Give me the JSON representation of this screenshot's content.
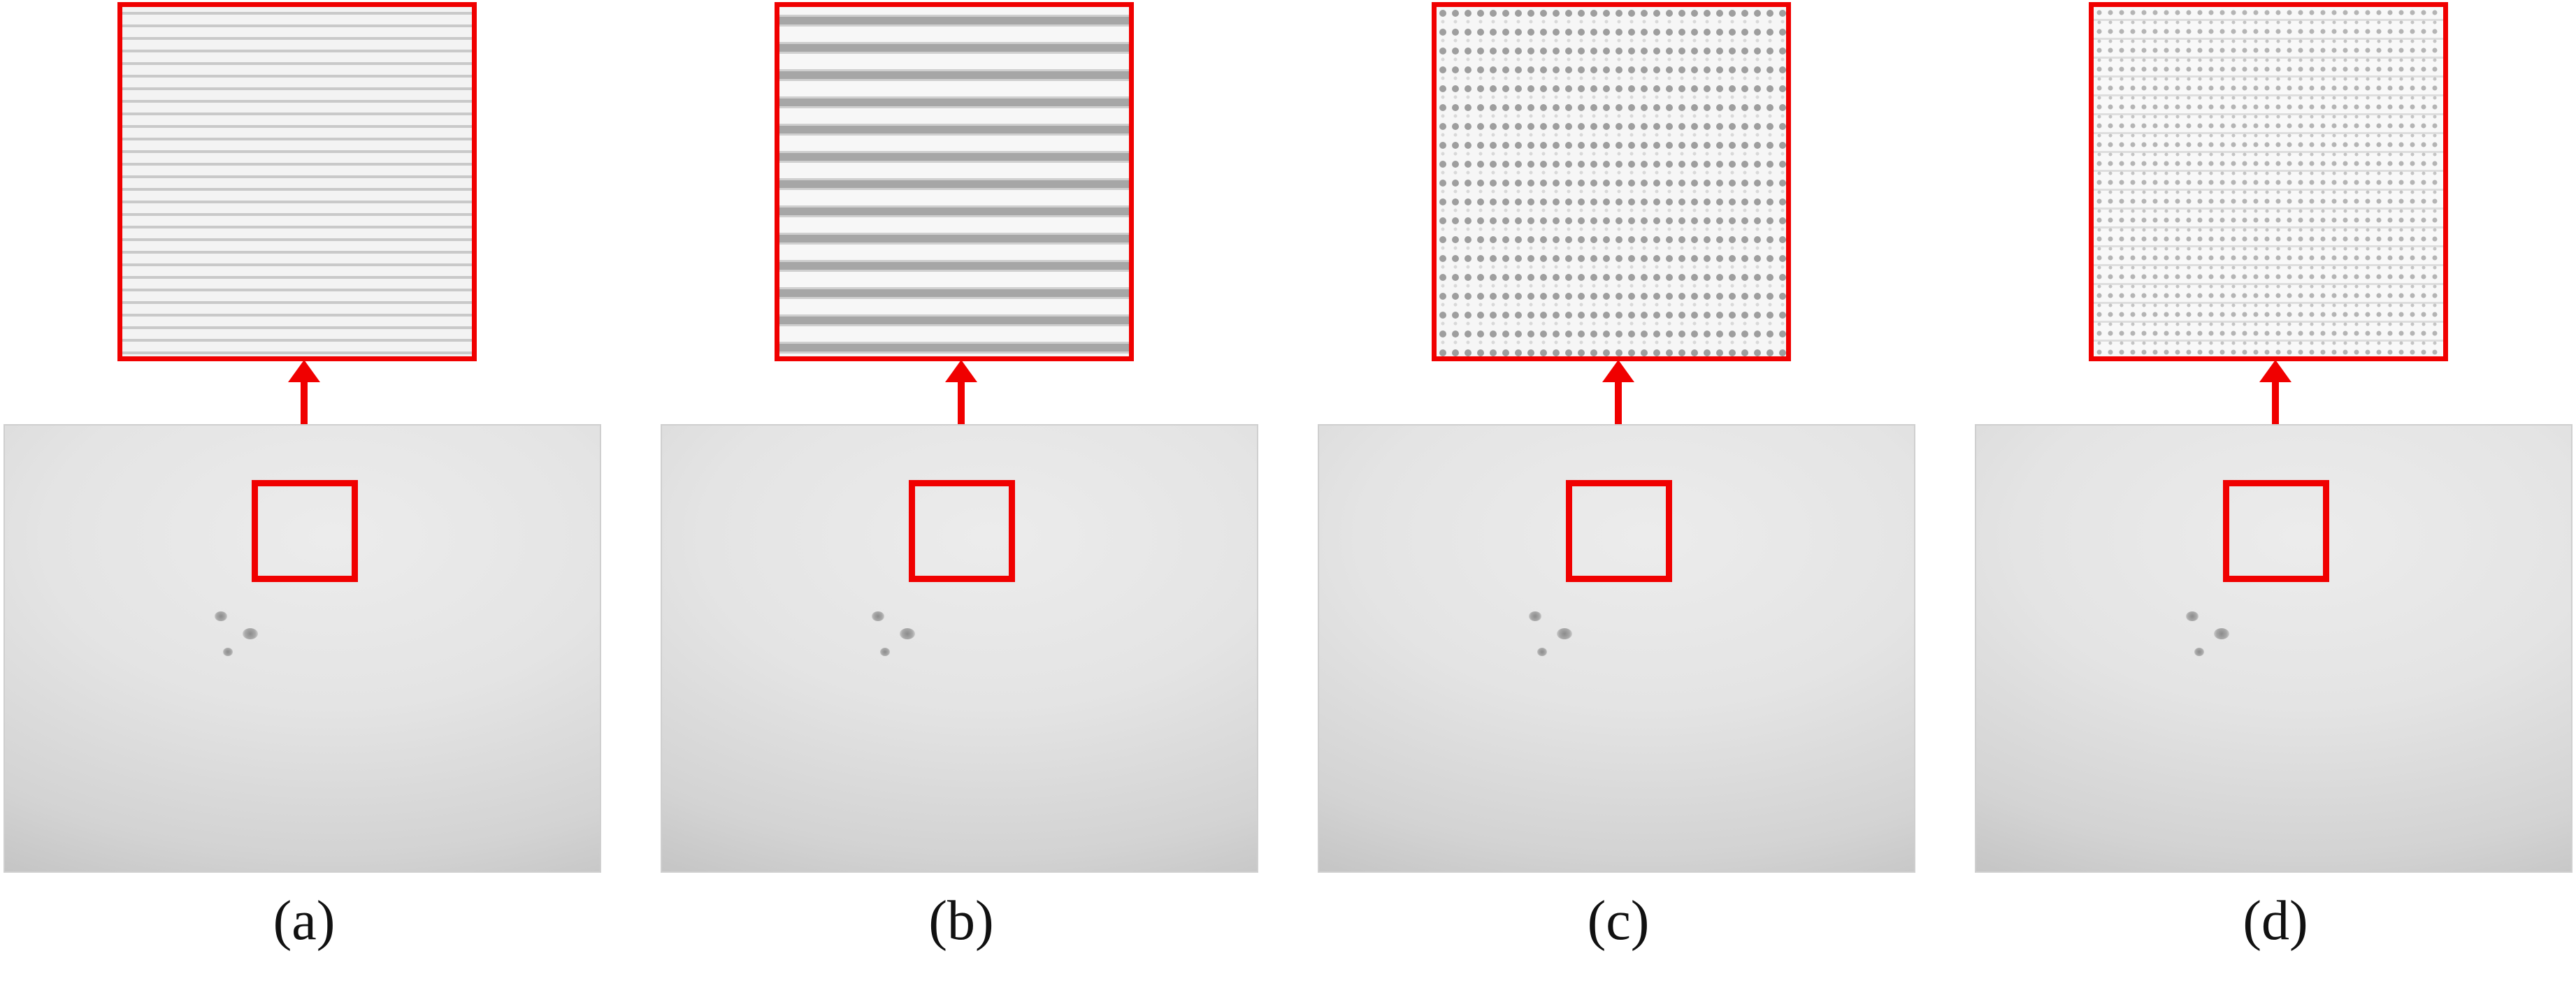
{
  "panels": [
    {
      "id": "a",
      "caption": "(a)",
      "zoom_pattern": "fine-horizontal-stripes"
    },
    {
      "id": "b",
      "caption": "(b)",
      "zoom_pattern": "coarse-horizontal-stripes"
    },
    {
      "id": "c",
      "caption": "(c)",
      "zoom_pattern": "dotted-grid"
    },
    {
      "id": "d",
      "caption": "(d)",
      "zoom_pattern": "fine-dotted-grid"
    }
  ],
  "colors": {
    "highlight": "#f00000",
    "background": "#ffffff"
  }
}
